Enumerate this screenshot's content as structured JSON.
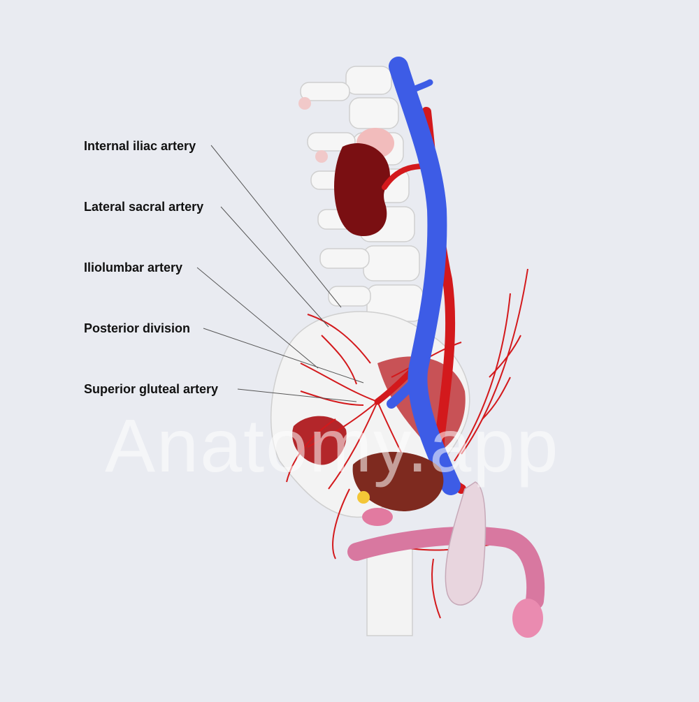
{
  "labels": [
    "Internal iliac artery",
    "Lateral sacral artery",
    "Iliolumbar artery",
    "Posterior division",
    "Superior gluteal artery"
  ],
  "watermark": "Anatomy.app",
  "colors": {
    "background": "#e9ebf1",
    "artery": "#d3191c",
    "vein": "#3d5ce6",
    "bone": "#f4f4f4",
    "kidney": "#7a0f12",
    "leader_line": "#555555"
  }
}
